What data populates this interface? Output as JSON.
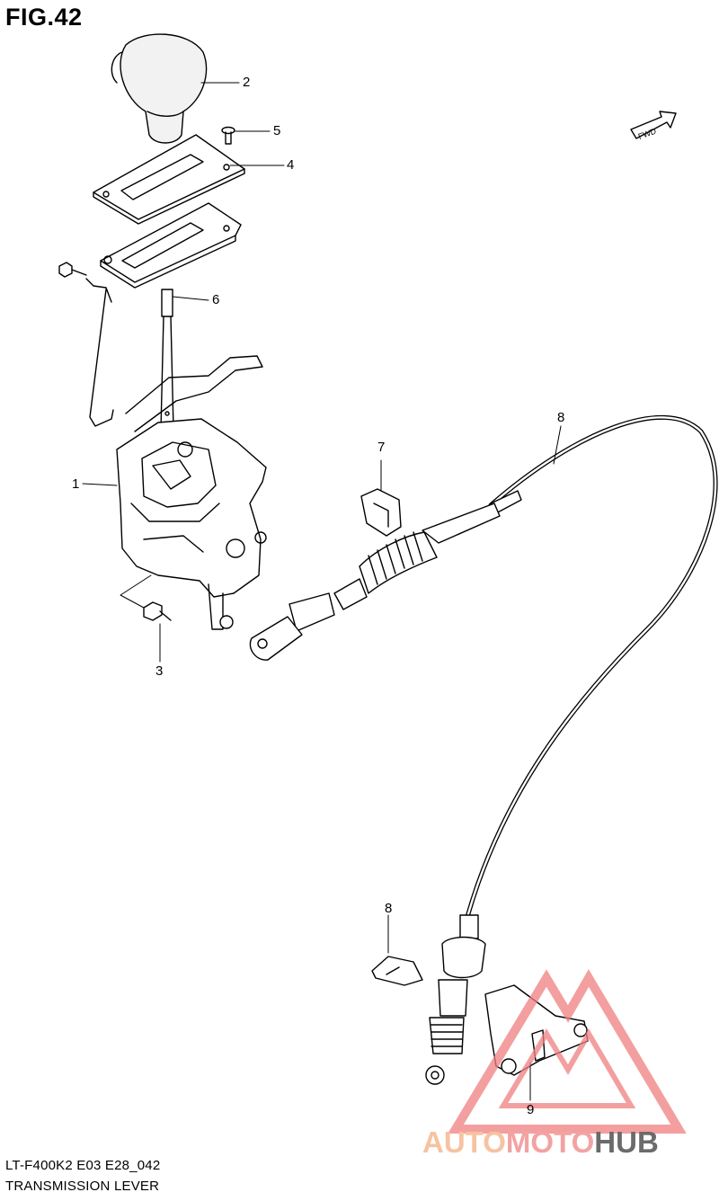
{
  "figure": {
    "title": "FIG.42",
    "code": "LT-F400K2 E03 E28_042",
    "name": "TRANSMISSION LEVER",
    "fwd_label": "FWD"
  },
  "callouts": [
    "1",
    "2",
    "3",
    "4",
    "5",
    "6",
    "7",
    "8",
    "8",
    "9"
  ],
  "watermark": {
    "part1": "AUTO",
    "part2": "MOTO",
    "part3": "HUB",
    "colors": {
      "auto": "#f6c3a0",
      "moto": "#f3a2a2",
      "hub": "#6b6b6b",
      "triangle": "#f08080"
    }
  }
}
